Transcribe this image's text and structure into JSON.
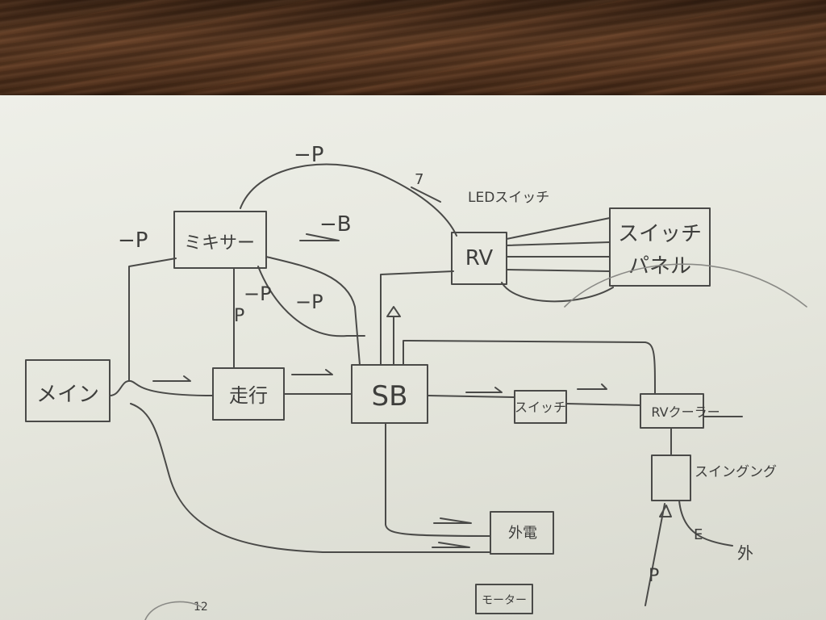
{
  "nodes": {
    "main": "メイン",
    "mixer": "ミキサー",
    "sojo": "走行",
    "sb": "SB",
    "rv": "RV",
    "switch_panel_line1": "スイッチ",
    "switch_panel_line2": "パネル",
    "switch_box": "スイッチ",
    "rv_cooler": "RVクーラー",
    "swing": "スイングング",
    "gaiden": "外電",
    "monitor": "モーター"
  },
  "edge_labels": {
    "minus_p_top": "−P",
    "minus_p_left": "−P",
    "minus_b": "−B",
    "minus_p_mid1": "−P",
    "minus_p_mid2": "−P",
    "p_left": "P",
    "p_bottom": "P",
    "e_label": "E",
    "gai": "外",
    "lead_switch": "LEDスイッチ",
    "seven": "7",
    "twelve": "12"
  }
}
